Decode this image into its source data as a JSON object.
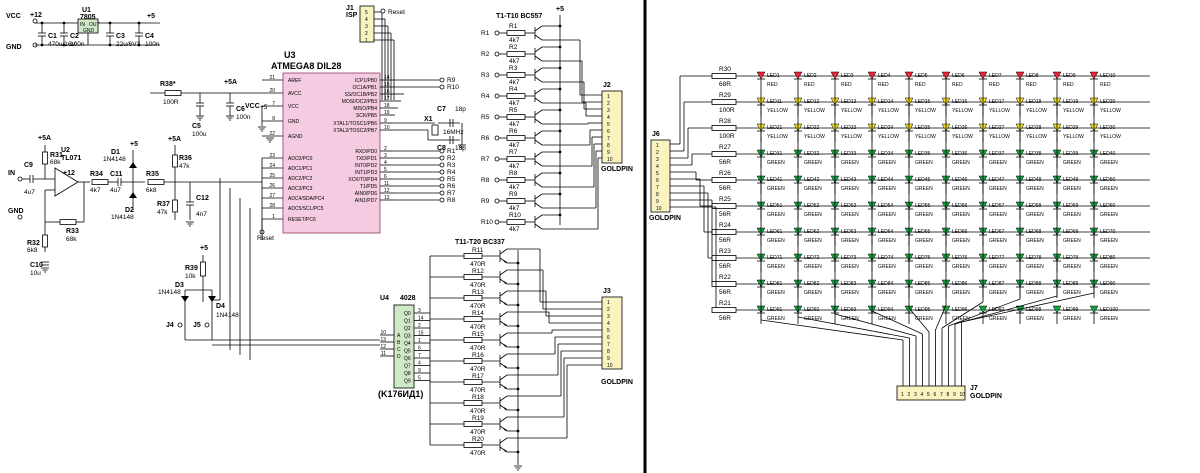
{
  "left": {
    "power": {
      "vcc": "VCC",
      "gnd": "GND",
      "plus12": "+12",
      "plus5": "+5",
      "u1_name": "U1",
      "u1_part": "7805",
      "u1_in": "IN",
      "u1_out": "OUT",
      "u1_gnd": "GND",
      "c1": "C1",
      "c1v": "470u/16V",
      "c2": "C2",
      "c2v": "100n",
      "c3": "C3",
      "c3v": "22u/6V3",
      "c4": "C4",
      "c4v": "100n"
    },
    "isp": {
      "name": "J1",
      "sub": "ISP",
      "pins": [
        "5",
        "4",
        "3",
        "2",
        "1"
      ],
      "reset": "Reset"
    },
    "mcu": {
      "ref": "U3",
      "part": "ATMEGA8 DIL28",
      "left_pins": [
        {
          "num": "21",
          "name": "AREF"
        },
        {
          "num": "20",
          "name": "AVCC"
        },
        {
          "num": "7",
          "name": "VCC"
        },
        {
          "num": "8",
          "name": "GND"
        },
        {
          "num": "22",
          "name": "AGND"
        },
        {
          "num": "23",
          "name": "ADC0/PC0"
        },
        {
          "num": "24",
          "name": "ADC1/PC1"
        },
        {
          "num": "25",
          "name": "ADC2/PC2"
        },
        {
          "num": "26",
          "name": "ADC3/PC3"
        },
        {
          "num": "27",
          "name": "ADC4/SDA/PC4"
        },
        {
          "num": "28",
          "name": "ADC5/SCL/PC5"
        },
        {
          "num": "1",
          "name": "RESET/PC6"
        }
      ],
      "right_pins": [
        {
          "num": "14",
          "name": "ICP1/PB0",
          "net": "R9"
        },
        {
          "num": "15",
          "name": "OC1A/PB1",
          "net": "R10"
        },
        {
          "num": "16",
          "name": "SS/OC1B/PB2",
          "net": ""
        },
        {
          "num": "17",
          "name": "MOSI/OC2/PB3",
          "net": ""
        },
        {
          "num": "18",
          "name": "MISO/PB4",
          "net": ""
        },
        {
          "num": "19",
          "name": "SCK/PB5",
          "net": ""
        },
        {
          "num": "9",
          "name": "XTAL1/TOSC1/PB6",
          "net": ""
        },
        {
          "num": "10",
          "name": "XTAL2/TOSC2/PB7",
          "net": ""
        },
        {
          "num": "2",
          "name": "RXD/PD0",
          "net": "R1"
        },
        {
          "num": "3",
          "name": "TXD/PD1",
          "net": "R2"
        },
        {
          "num": "4",
          "name": "INT0/PD2",
          "net": "R3"
        },
        {
          "num": "5",
          "name": "INT1/PD3",
          "net": "R4"
        },
        {
          "num": "6",
          "name": "XCK/T0/PD4",
          "net": "R5"
        },
        {
          "num": "11",
          "name": "T1/PD5",
          "net": "R6"
        },
        {
          "num": "12",
          "name": "AIN0/PD6",
          "net": "R7"
        },
        {
          "num": "13",
          "name": "AIN1/PD7",
          "net": "R8"
        }
      ],
      "reset_label": "Reset"
    },
    "analog": {
      "r38": "R38*",
      "r38v": "100R",
      "plus5a": "+5A",
      "c5": "C5",
      "c5v": "100u",
      "c6": "C6",
      "c6v": "100n",
      "vcc": "VCC",
      "gnd": "GND",
      "plus5": "+5"
    },
    "crystal": {
      "x1": "X1",
      "x1v": "16MHz",
      "c7": "C7",
      "c7v": "18p",
      "c8": "C8",
      "c8v": "18p"
    },
    "input": {
      "in": "IN",
      "gnd": "GND",
      "c9": "C9",
      "c9v": "4u7",
      "r31": "R31",
      "r31v": "68k",
      "plus5a": "+5A",
      "u2": "U2",
      "u2p": "TL071",
      "plus12": "+12",
      "r33": "R33",
      "r33v": "68k",
      "r32": "R32",
      "r32v": "6k8",
      "c10": "C10",
      "c10v": "10u",
      "r34": "R34",
      "r34v": "4k7",
      "c11": "C11",
      "c11v": "4u7",
      "d1": "D1",
      "d1v": "1N4148",
      "d2": "D2",
      "d2v": "1N4148",
      "plus5": "+5",
      "r35": "R35",
      "r35v": "6k8",
      "plus5a2": "+5A",
      "r36": "R36",
      "r36v": "47k",
      "r37": "R37",
      "r37v": "47k",
      "c12": "C12",
      "c12v": "4n7"
    },
    "buttons": {
      "plus5": "+5",
      "r39": "R39",
      "r39v": "10k",
      "d3": "D3",
      "d3v": "1N4148",
      "d4": "D4",
      "d4v": "1N4148",
      "j4": "J4",
      "j5": "J5"
    },
    "rows_transistors": {
      "title": "T1-T10 BC557",
      "plus5": "+5",
      "items": [
        {
          "net": "R1",
          "res": "R1",
          "val": "4k7"
        },
        {
          "net": "R2",
          "res": "R2",
          "val": "4k7"
        },
        {
          "net": "R3",
          "res": "R3",
          "val": "4k7"
        },
        {
          "net": "R4",
          "res": "R4",
          "val": "4k7"
        },
        {
          "net": "R5",
          "res": "R5",
          "val": "4k7"
        },
        {
          "net": "R6",
          "res": "R6",
          "val": "4k7"
        },
        {
          "net": "R7",
          "res": "R7",
          "val": "4k7"
        },
        {
          "net": "R8",
          "res": "R8",
          "val": "4k7"
        },
        {
          "net": "R9",
          "res": "R9",
          "val": "4k7"
        },
        {
          "net": "R10",
          "res": "R10",
          "val": "4k7"
        }
      ]
    },
    "j2": {
      "name": "J2",
      "type": "GOLDPIN",
      "pins": [
        "1",
        "2",
        "3",
        "4",
        "5",
        "6",
        "7",
        "8",
        "9",
        "10"
      ]
    },
    "col_transistors": {
      "title": "T11-T20 BC337",
      "items": [
        {
          "res": "R11",
          "val": "470R"
        },
        {
          "res": "R12",
          "val": "470R"
        },
        {
          "res": "R13",
          "val": "470R"
        },
        {
          "res": "R14",
          "val": "470R"
        },
        {
          "res": "R15",
          "val": "470R"
        },
        {
          "res": "R16",
          "val": "470R"
        },
        {
          "res": "R17",
          "val": "470R"
        },
        {
          "res": "R18",
          "val": "470R"
        },
        {
          "res": "R19",
          "val": "470R"
        },
        {
          "res": "R20",
          "val": "470R"
        }
      ]
    },
    "u4": {
      "ref": "U4",
      "part": "4028",
      "alt": "(K176ИД1)",
      "inputs": [
        "10",
        "13",
        "12",
        "11"
      ],
      "in_names": [
        "A",
        "B",
        "C",
        "D"
      ],
      "outputs": [
        "3",
        "14",
        "2",
        "15",
        "1",
        "6",
        "7",
        "4",
        "9",
        "5"
      ],
      "out_names": [
        "Q0",
        "Q1",
        "Q2",
        "Q3",
        "Q4",
        "Q5",
        "Q6",
        "Q7",
        "Q8",
        "Q9"
      ]
    },
    "j3": {
      "name": "J3",
      "type": "GOLDPIN",
      "pins": [
        "1",
        "2",
        "3",
        "4",
        "5",
        "6",
        "7",
        "8",
        "9",
        "10"
      ]
    }
  },
  "right": {
    "j6": {
      "name": "J6",
      "type": "GOLDPIN",
      "pins": [
        "1",
        "2",
        "3",
        "4",
        "5",
        "6",
        "7",
        "8",
        "9",
        "10"
      ]
    },
    "j7": {
      "name": "J7",
      "type": "GOLDPIN",
      "pins": [
        "1",
        "2",
        "3",
        "4",
        "5",
        "6",
        "7",
        "8",
        "9",
        "10"
      ]
    },
    "rows": [
      {
        "res": "R30",
        "val": "68R",
        "color": "RED",
        "hex": "#e8253a",
        "leds": [
          "LED1",
          "LED2",
          "LED3",
          "LED4",
          "LED5",
          "LED6",
          "LED7",
          "LED8",
          "LED9",
          "LED10"
        ]
      },
      {
        "res": "R29",
        "val": "100R",
        "color": "YELLOW",
        "hex": "#f7e21b",
        "leds": [
          "LED11",
          "LED12",
          "LED13",
          "LED14",
          "LED15",
          "LED16",
          "LED17",
          "LED18",
          "LED19",
          "LED20"
        ]
      },
      {
        "res": "R28",
        "val": "100R",
        "color": "YELLOW",
        "hex": "#f7e21b",
        "leds": [
          "LED21",
          "LED22",
          "LED23",
          "LED24",
          "LED25",
          "LED26",
          "LED27",
          "LED28",
          "LED29",
          "LED30"
        ]
      },
      {
        "res": "R27",
        "val": "56R",
        "color": "GREEN",
        "hex": "#14a340",
        "leds": [
          "LED31",
          "LED32",
          "LED33",
          "LED34",
          "LED35",
          "LED36",
          "LED37",
          "LED38",
          "LED39",
          "LED40"
        ]
      },
      {
        "res": "R26",
        "val": "56R",
        "color": "GREEN",
        "hex": "#14a340",
        "leds": [
          "LED41",
          "LED42",
          "LED43",
          "LED44",
          "LED45",
          "LED46",
          "LED47",
          "LED48",
          "LED49",
          "LED50"
        ]
      },
      {
        "res": "R25",
        "val": "56R",
        "color": "GREEN",
        "hex": "#14a340",
        "leds": [
          "LED51",
          "LED52",
          "LED53",
          "LED54",
          "LED55",
          "LED56",
          "LED57",
          "LED58",
          "LED59",
          "LED60"
        ]
      },
      {
        "res": "R24",
        "val": "56R",
        "color": "GREEN",
        "hex": "#14a340",
        "leds": [
          "LED61",
          "LED62",
          "LED63",
          "LED64",
          "LED65",
          "LED66",
          "LED67",
          "LED68",
          "LED69",
          "LED70"
        ]
      },
      {
        "res": "R23",
        "val": "56R",
        "color": "GREEN",
        "hex": "#14a340",
        "leds": [
          "LED71",
          "LED72",
          "LED73",
          "LED74",
          "LED75",
          "LED76",
          "LED77",
          "LED78",
          "LED79",
          "LED80"
        ]
      },
      {
        "res": "R22",
        "val": "56R",
        "color": "GREEN",
        "hex": "#14a340",
        "leds": [
          "LED81",
          "LED82",
          "LED83",
          "LED84",
          "LED85",
          "LED86",
          "LED87",
          "LED88",
          "LED89",
          "LED90"
        ]
      },
      {
        "res": "R21",
        "val": "56R",
        "color": "GREEN",
        "hex": "#14a340",
        "leds": [
          "LED91",
          "LED92",
          "LED93",
          "LED94",
          "LED95",
          "LED96",
          "LED97",
          "LED98",
          "LED99",
          "LED100"
        ]
      }
    ]
  },
  "colors": {
    "mcu_fill": "#f4cbe0",
    "mcu_stroke": "#8a3d63",
    "connector_fill": "#fbf3bf",
    "ic_fill": "#cfe8c8",
    "reg_fill": "#cfe8c8"
  }
}
